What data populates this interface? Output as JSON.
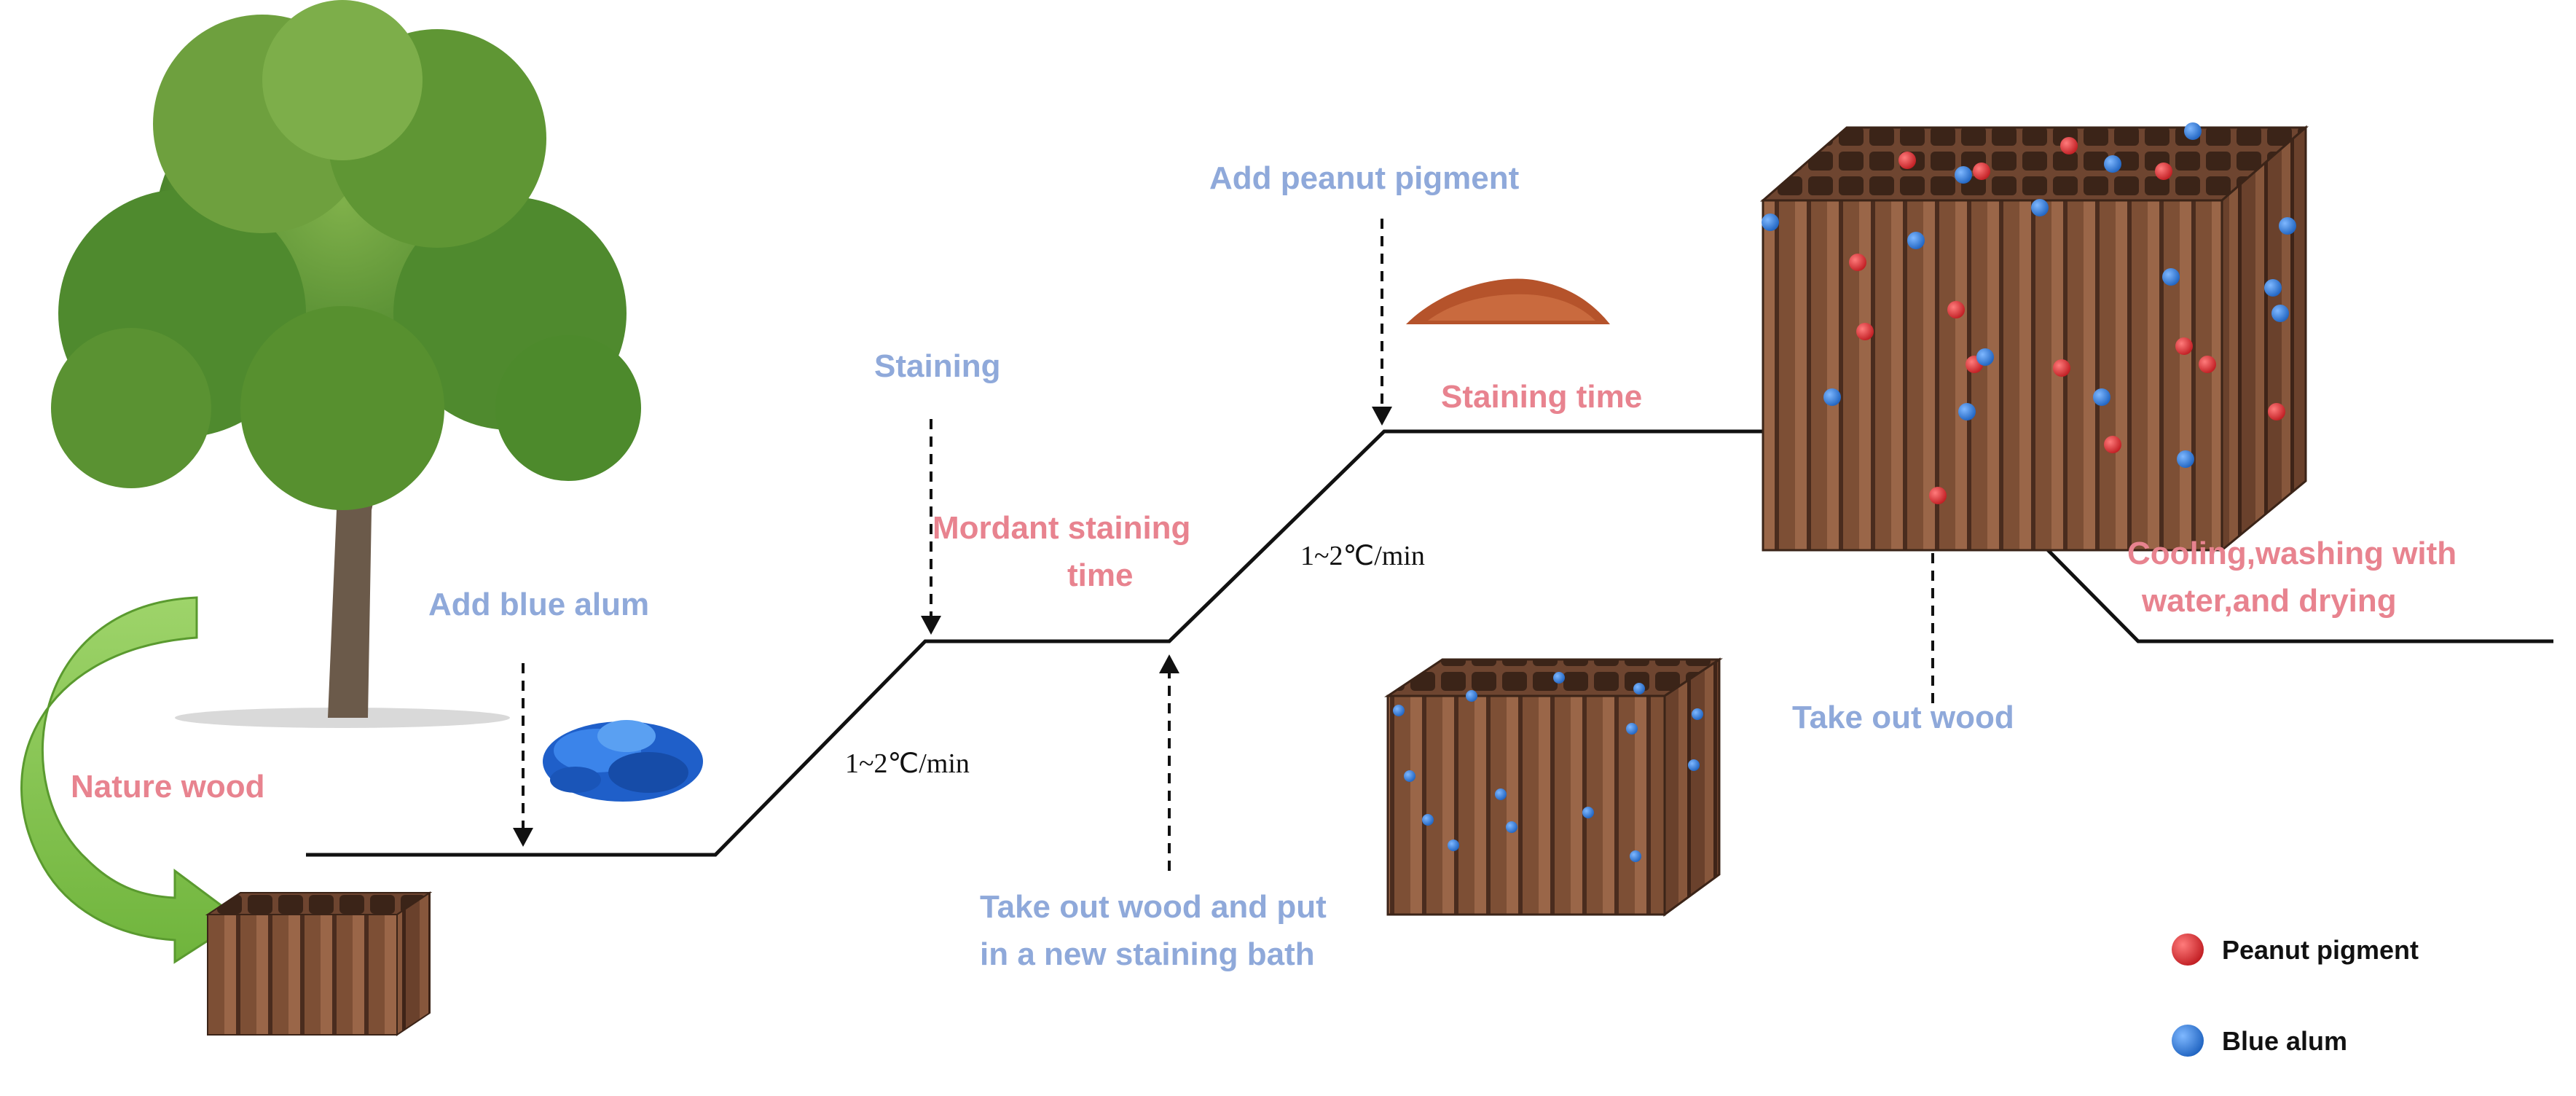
{
  "labels": {
    "nature_wood": "Nature wood",
    "add_blue_alum": "Add blue alum",
    "staining": "Staining",
    "mordant_line1": "Mordant staining",
    "mordant_line2": "time",
    "rate1": "1~2℃/min",
    "rate2": "1~2℃/min",
    "take_out_new_bath_line1": "Take out wood and put",
    "take_out_new_bath_line2": "in a new staining bath",
    "add_peanut_pigment": "Add peanut pigment",
    "staining_time": "Staining time",
    "take_out_wood": "Take out wood",
    "cooling_line1": "Cooling,washing with",
    "cooling_line2": "water,and drying"
  },
  "legend": [
    {
      "label": "Peanut pigment",
      "color": "#d42a2f"
    },
    {
      "label": "Blue alum",
      "color": "#2b7fd6"
    }
  ],
  "colors": {
    "pink_text": "#e8838f",
    "blue_text": "#8fa9da",
    "wood": "#8a5a3c",
    "arrow_green": "#8fcf5a"
  }
}
